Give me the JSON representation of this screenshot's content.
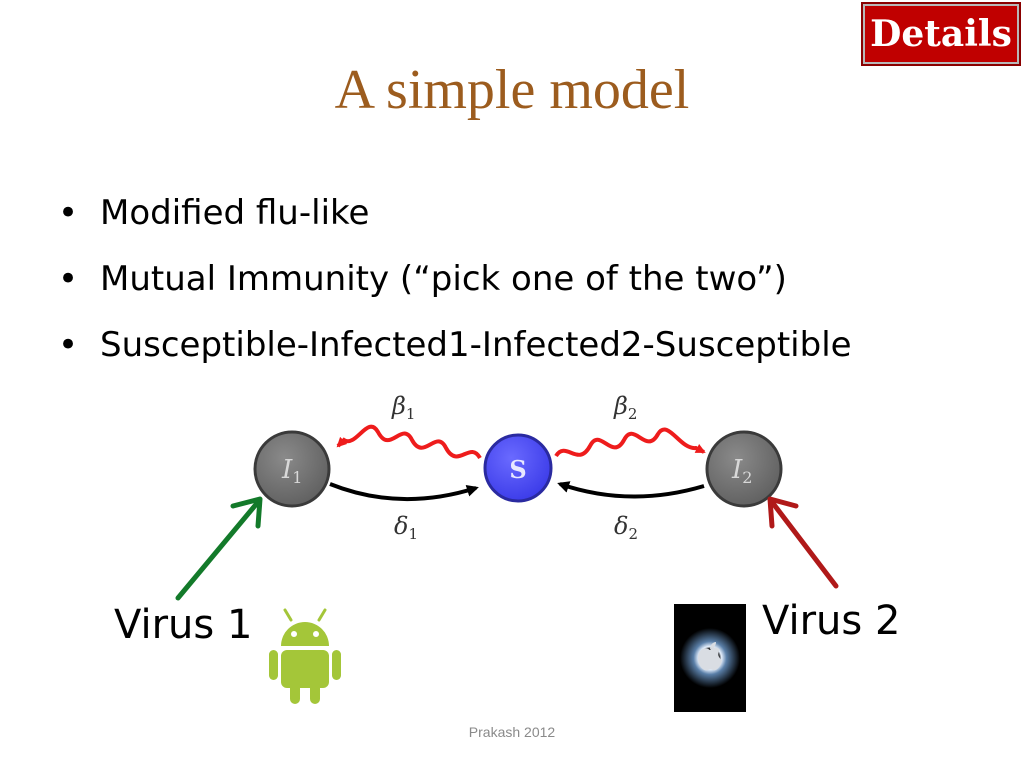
{
  "slide": {
    "details_button": "Details",
    "title": "A simple model",
    "bullets": [
      "Modified flu-like",
      "Mutual Immunity (“pick one of the two”)",
      "Susceptible-Infected1-Infected2-Susceptible"
    ],
    "bullet_glyph": "•",
    "footer": "Prakash 2012"
  },
  "diagram": {
    "nodes": {
      "i1": "I",
      "i1_sub": "1",
      "s": "S",
      "i2": "I",
      "i2_sub": "2"
    },
    "rates": {
      "beta1": "β",
      "beta1_sub": "1",
      "beta2": "β",
      "beta2_sub": "2",
      "delta1": "δ",
      "delta1_sub": "1",
      "delta2": "δ",
      "delta2_sub": "2"
    },
    "virus1": "Virus 1",
    "virus2": "Virus 2",
    "icons": {
      "virus1": "android-robot-icon",
      "virus2": "apple-logo-icon"
    },
    "colors": {
      "infected_node": "#6e6e6e",
      "susceptible_node": "#4747f0",
      "infection_arrow": "#ee1c1c",
      "recovery_arrow": "#000000",
      "virus1_arrow": "#137a2a",
      "virus2_arrow": "#b01919",
      "android_green": "#a4c639",
      "title_color": "#9c5c1e",
      "details_bg": "#c00000"
    }
  }
}
